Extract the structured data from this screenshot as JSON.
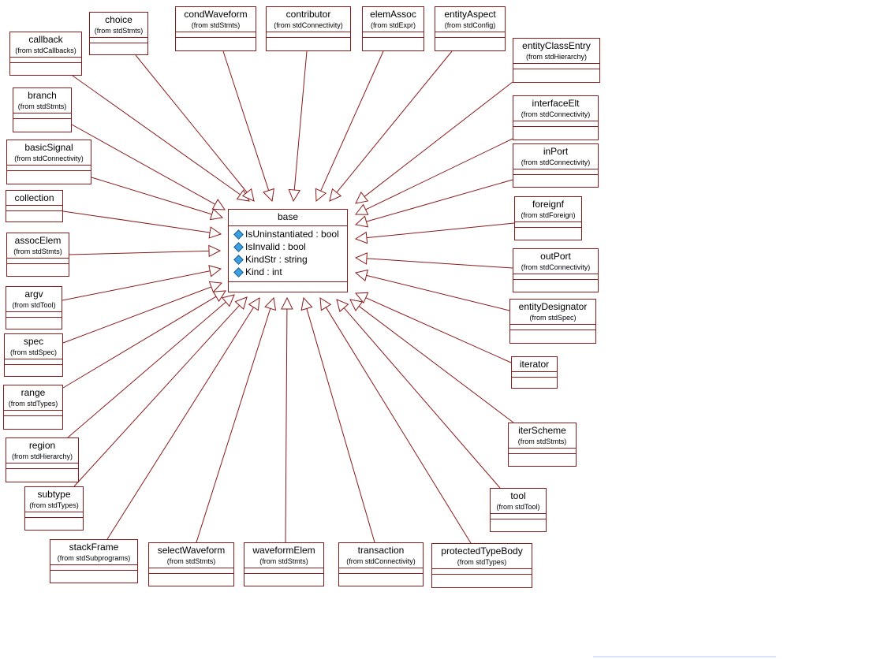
{
  "base": {
    "name": "base",
    "attributes": [
      "IsUninstantiated : bool",
      "IsInvalid : bool",
      "KindStr : string",
      "Kind : int"
    ],
    "attribute_icon": "attribute-diamond-icon"
  },
  "classes": [
    {
      "id": "callback",
      "name": "callback",
      "from": "(from stdCallbacks)"
    },
    {
      "id": "choice",
      "name": "choice",
      "from": "(from stdStmts)"
    },
    {
      "id": "condWaveform",
      "name": "condWaveform",
      "from": "(from stdStmts)"
    },
    {
      "id": "contributor",
      "name": "contributor",
      "from": "(from stdConnectivity)"
    },
    {
      "id": "elemAssoc",
      "name": "elemAssoc",
      "from": "(from stdExpr)"
    },
    {
      "id": "entityAspect",
      "name": "entityAspect",
      "from": "(from stdConfig)"
    },
    {
      "id": "entityClassEntry",
      "name": "entityClassEntry",
      "from": "(from stdHierarchy)"
    },
    {
      "id": "branch",
      "name": "branch",
      "from": "(from stdStmts)"
    },
    {
      "id": "basicSignal",
      "name": "basicSignal",
      "from": "(from stdConnectivity)"
    },
    {
      "id": "interfaceElt",
      "name": "interfaceElt",
      "from": "(from stdConnectivity)"
    },
    {
      "id": "inPort",
      "name": "inPort",
      "from": "(from stdConnectivity)"
    },
    {
      "id": "collection",
      "name": "collection",
      "from": ""
    },
    {
      "id": "foreignf",
      "name": "foreignf",
      "from": "(from stdForeign)"
    },
    {
      "id": "assocElem",
      "name": "assocElem",
      "from": "(from stdStmts)"
    },
    {
      "id": "outPort",
      "name": "outPort",
      "from": "(from stdConnectivity)"
    },
    {
      "id": "argv",
      "name": "argv",
      "from": "(from stdTool)"
    },
    {
      "id": "entityDesignator",
      "name": "entityDesignator",
      "from": "(from stdSpec)"
    },
    {
      "id": "spec",
      "name": "spec",
      "from": "(from stdSpec)"
    },
    {
      "id": "iterator",
      "name": "iterator",
      "from": ""
    },
    {
      "id": "range",
      "name": "range",
      "from": "(from stdTypes)"
    },
    {
      "id": "region",
      "name": "region",
      "from": "(from stdHierarchy)"
    },
    {
      "id": "iterScheme",
      "name": "iterScheme",
      "from": "(from stdStmts)"
    },
    {
      "id": "subtype",
      "name": "subtype",
      "from": "(from stdTypes)"
    },
    {
      "id": "tool",
      "name": "tool",
      "from": "(from stdTool)"
    },
    {
      "id": "stackFrame",
      "name": "stackFrame",
      "from": "(from stdSubprograms)"
    },
    {
      "id": "selectWaveform",
      "name": "selectWaveform",
      "from": "(from stdStmts)"
    },
    {
      "id": "waveformElem",
      "name": "waveformElem",
      "from": "(from stdStmts)"
    },
    {
      "id": "transaction",
      "name": "transaction",
      "from": "(from stdConnectivity)"
    },
    {
      "id": "protectedTypeBody",
      "name": "protectedTypeBody",
      "from": "(from stdTypes)"
    }
  ],
  "colors": {
    "border": "#8b1a1a",
    "line": "#8b1a1a",
    "attribute_icon": "#3aa0e0"
  }
}
